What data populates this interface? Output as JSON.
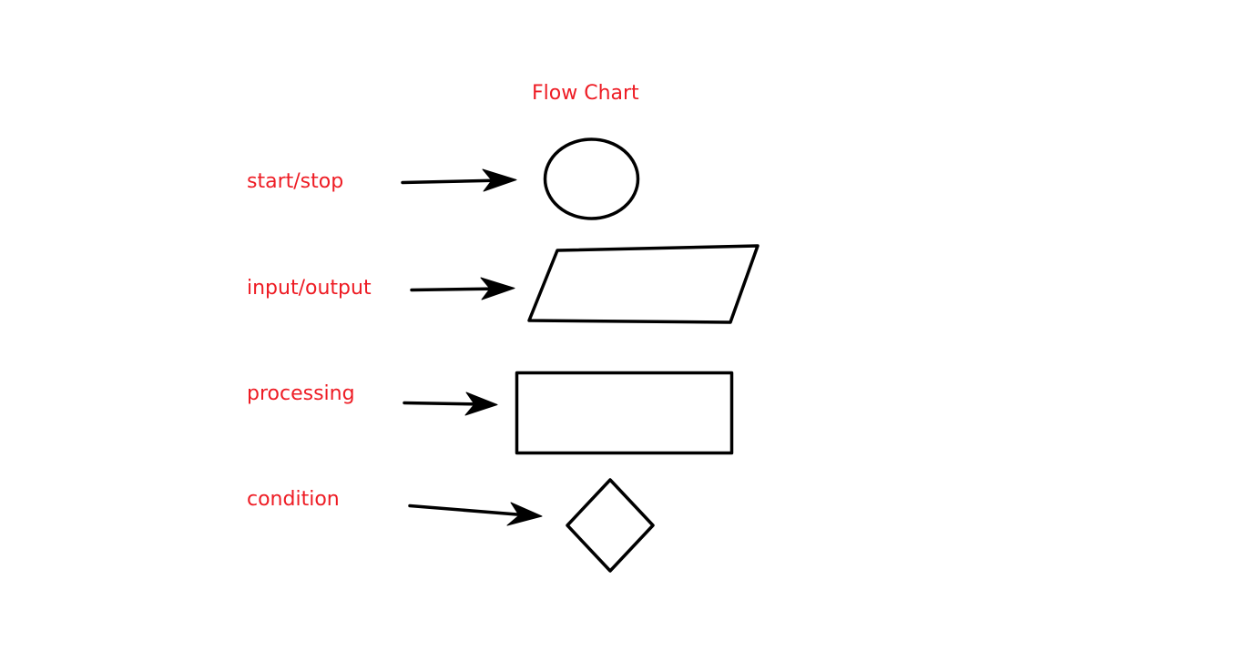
{
  "diagram": {
    "title": "Flow Chart",
    "label_color": "#ee1c24",
    "shape_color": "#000000",
    "legend": [
      {
        "label": "start/stop",
        "shape": "ellipse"
      },
      {
        "label": "input/output",
        "shape": "parallelogram"
      },
      {
        "label": "processing",
        "shape": "rectangle"
      },
      {
        "label": "condition",
        "shape": "diamond"
      }
    ]
  }
}
